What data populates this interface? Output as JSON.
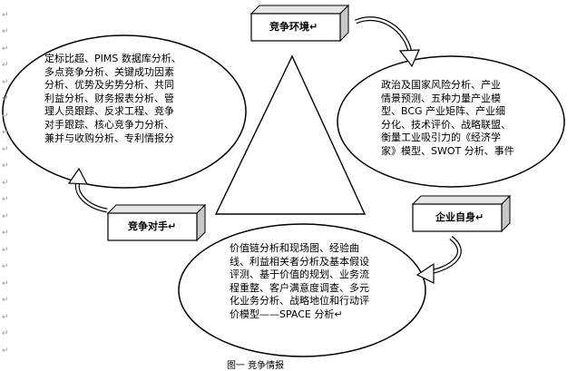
{
  "diagram": {
    "boxes": {
      "competitive_environment": "竞争环境↵",
      "competitor": "竞争对手↵",
      "enterprise_itself": "企业自身↵"
    },
    "ellipses": {
      "left": "定标比超、PIMS 数据库分析、\n多点竞争分析、关键成功因素\n分析、优势及劣势分析、共同\n利益分析、财务报表分析、管\n理人员跟踪、反求工程、竞争\n对手跟踪、核心竞争力分析、\n兼并与收购分析、专利情报分",
      "right": "政治及国家风险分析、产业\n情景预测、五种力量产业模\n型、BCG 产业矩阵、产业细\n分化、技术评价、战略联盟、\n衡量工业吸引力的《经济学\n家》模型、SWOT 分析、事件",
      "bottom": "价值链分析和现场图、经验曲\n线、利益相关者分析及基本假设\n评测、基于价值的规划、业务流\n程重整、客户满意度调查、多元\n化业务分析、战略地位和行动评\n价模型——SPACE 分析↵"
    },
    "paragraph_mark": "↵",
    "caption": "图一  竞争情报"
  },
  "colors": {
    "line": "#000000",
    "box_fill": "#ffffff",
    "box_side": "#c8c8c8",
    "box_top": "#e6e6e6",
    "paragraph_mark": "#9a9a9a"
  }
}
